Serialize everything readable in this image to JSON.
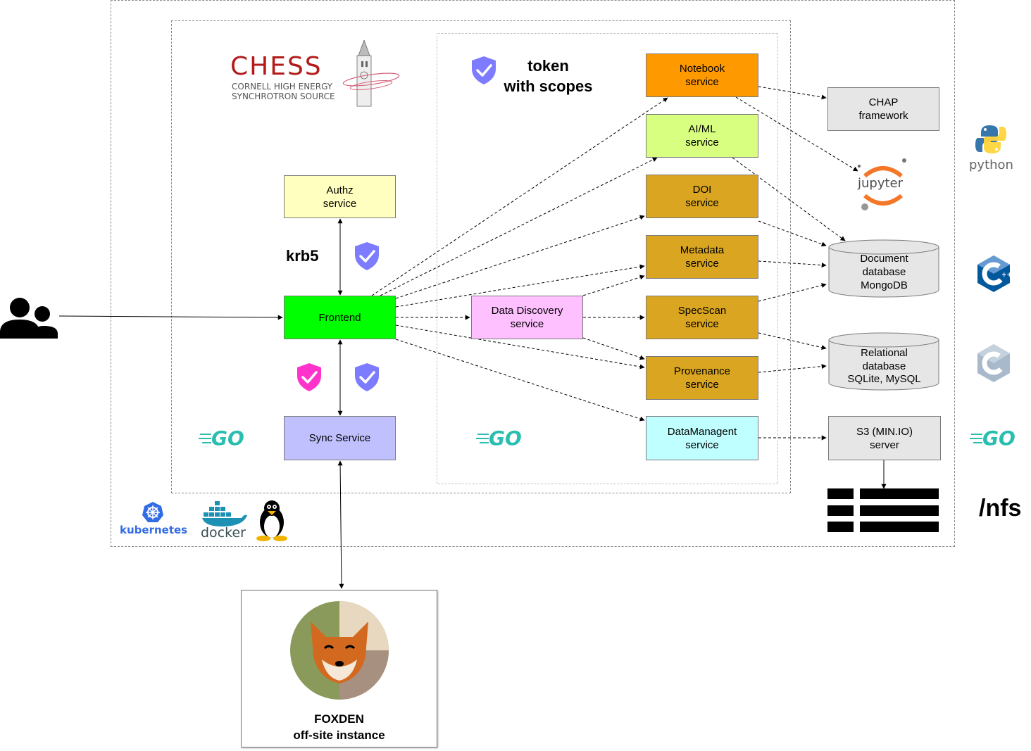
{
  "logo": {
    "chess": "CHESS",
    "line1": "CORNELL HIGH ENERGY",
    "line2": "SYNCHROTRON SOURCE"
  },
  "token_label": [
    "token",
    "with scopes"
  ],
  "krb5_label": "krb5",
  "services": {
    "authz": [
      "Authz",
      "service"
    ],
    "frontend": [
      "Frontend"
    ],
    "sync": [
      "Sync Service"
    ],
    "discovery": [
      "Data Discovery",
      "service"
    ],
    "notebook": [
      "Notebook",
      "service"
    ],
    "aiml": [
      "AI/ML",
      "service"
    ],
    "doi": [
      "DOI",
      "service"
    ],
    "metadata": [
      "Metadata",
      "service"
    ],
    "specscan": [
      "SpecScan",
      "service"
    ],
    "provenance": [
      "Provenance",
      "service"
    ],
    "datamanagement": [
      "DataManagent",
      "service"
    ],
    "chap": [
      "CHAP",
      "framework"
    ],
    "s3": [
      "S3 (MIN.IO)",
      "server"
    ]
  },
  "databases": {
    "document": [
      "Document",
      "database",
      "MongoDB"
    ],
    "relational": [
      "Relational",
      "database",
      "SQLite, MySQL"
    ]
  },
  "logos": {
    "jupyter": "jupyter",
    "python": "python",
    "go": "GO",
    "kubernetes": "kubernetes",
    "docker": "docker",
    "nfs": "/nfs"
  },
  "foxden": [
    "FOXDEN",
    "off-site instance"
  ],
  "colors": {
    "notebook": "#FF9900",
    "aiml": "#D9FF80",
    "gold": "#DAA520",
    "authz": "#FFFFC0",
    "frontend": "#00FF00",
    "sync": "#C0C0FF",
    "discovery": "#FFC0FF",
    "datamanagement": "#C0FFFF",
    "gray": "#E6E6E6",
    "shield_blue": "#7D7CFF",
    "shield_pink": "#FF33CC",
    "go": "#29BEB0"
  }
}
